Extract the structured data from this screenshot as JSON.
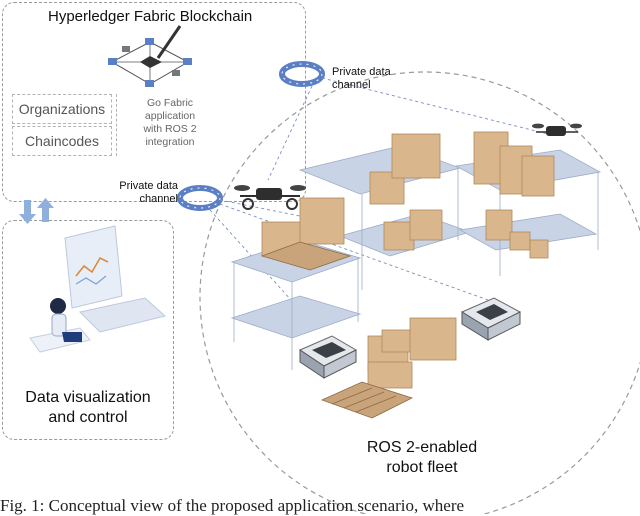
{
  "blockchain": {
    "title": "Hyperledger Fabric Blockchain",
    "organizations_label": "Organizations",
    "chaincodes_label": "Chaincodes",
    "go_app_line1": "Go Fabric",
    "go_app_line2": "application",
    "go_app_line3": "with ROS 2",
    "go_app_line4": "integration"
  },
  "channels": {
    "top_line1": "Private data",
    "top_line2": "channel",
    "left_line1": "Private data",
    "left_line2": "channel"
  },
  "visualization": {
    "line1": "Data visualization",
    "line2": "and control"
  },
  "fleet": {
    "line1": "ROS 2-enabled",
    "line2": "robot fleet"
  },
  "caption": "Fig. 1: Conceptual view of the proposed application scenario, where",
  "colors": {
    "dash_border": "#9a9a9a",
    "channel_blue": "#5b7fc4",
    "box_tan": "#d9b68c",
    "shelf_blue": "#c8d3e6",
    "arrow_blue": "#8fb0dc"
  }
}
